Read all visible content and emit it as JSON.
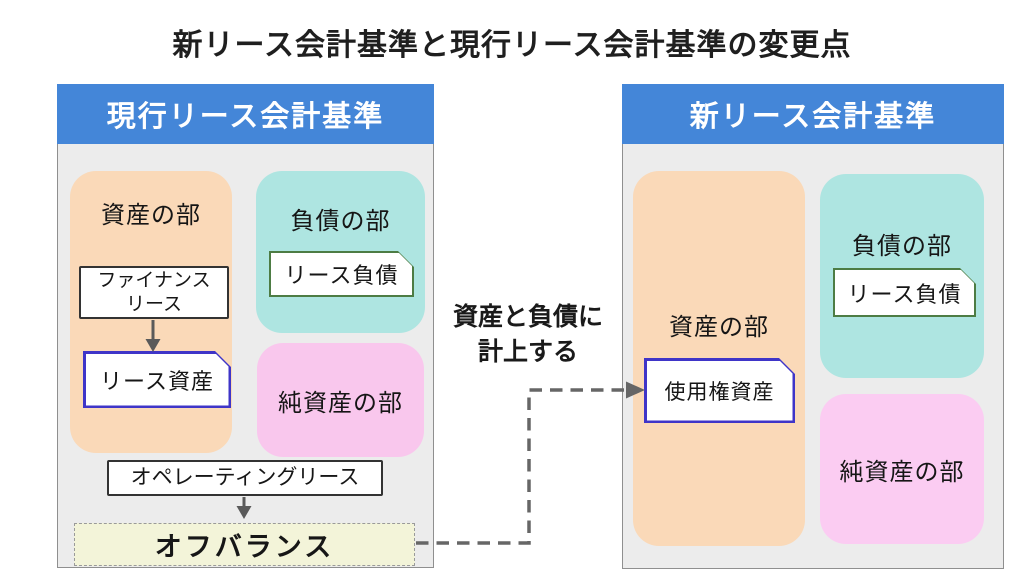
{
  "title": "新リース会計基準と現行リース会計基準の変更点",
  "annotation": {
    "line1": "資産と負債に",
    "line2": "計上する"
  },
  "left_panel": {
    "header": "現行リース会計基準",
    "assets": {
      "label": "資産の部",
      "finance_lease": "ファイナンス\nリース",
      "lease_asset": "リース資産"
    },
    "liabilities": {
      "label": "負債の部",
      "lease_liability": "リース負債"
    },
    "equity": {
      "label": "純資産の部"
    },
    "operating_lease": "オペレーティングリース",
    "off_balance": "オフバランス"
  },
  "right_panel": {
    "header": "新リース会計基準",
    "assets": {
      "label": "資産の部",
      "right_of_use_asset": "使用権資産"
    },
    "liabilities": {
      "label": "負債の部",
      "lease_liability": "リース負債"
    },
    "equity": {
      "label": "純資産の部"
    }
  },
  "colors": {
    "header-blue": "#4486d8",
    "panel-bg": "#ececec",
    "panel-border": "#8f8f8f",
    "peach": "#fad9b8",
    "teal": "#aee5e1",
    "pink-left": "#f9c7ed",
    "pink-right": "#fbccf2",
    "yellow": "#f3f4d9",
    "accent-blue": "#3f35c8",
    "accent-green": "#4d7c44",
    "dark-border": "#333333",
    "arrow-gray": "#5a5a5a",
    "dash-gray": "#666666",
    "text-dark": "#151515"
  }
}
